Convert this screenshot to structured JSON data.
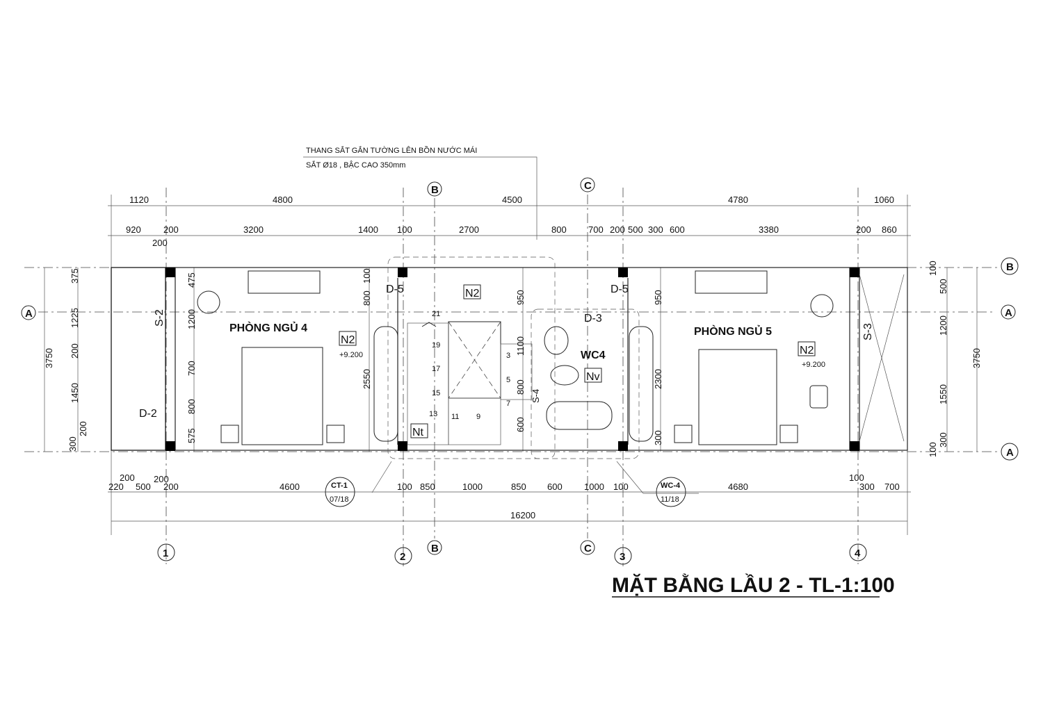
{
  "title": "MẶT BẰNG LẦU 2 - TL-1:100",
  "note": {
    "line1": "THANG SẮT GẮN TƯỜNG LÊN BỒN NƯỚC MÁI",
    "line2": "SẮT Ø18 , BẬC CAO 350mm"
  },
  "grid": {
    "cols": [
      "1",
      "2",
      "3",
      "4"
    ],
    "rows": [
      "A",
      "B"
    ],
    "sections": [
      "A",
      "B",
      "C"
    ]
  },
  "rooms": {
    "bed4": "PHÒNG NGỦ 4",
    "bed5": "PHÒNG NGỦ 5",
    "wc": "WC4"
  },
  "tags": {
    "d5": "D-5",
    "d3": "D-3",
    "d2": "D-2",
    "s2": "S-2",
    "s3": "S-3",
    "s4": "S-4",
    "n2": "N2",
    "nt": "Nt",
    "nv": "Nv",
    "level": "+9.200"
  },
  "callouts": [
    {
      "code": "CT-1",
      "sheet": "07/18"
    },
    {
      "code": "WC-4",
      "sheet": "11/18"
    }
  ],
  "stair_steps": [
    "21",
    "19",
    "17",
    "15",
    "13",
    "11",
    "9",
    "7",
    "5",
    "3"
  ],
  "dims": {
    "top_outer": [
      "1120",
      "4800",
      "4500",
      "4780",
      "1060"
    ],
    "top_inner": [
      "920",
      "200",
      "200",
      "3200",
      "1400",
      "100",
      "2700",
      "800",
      "700",
      "200",
      "500",
      "300",
      "600",
      "3380",
      "200",
      "860"
    ],
    "bottom": [
      "200",
      "200",
      "220",
      "500",
      "200",
      "4600",
      "100",
      "850",
      "1000",
      "850",
      "600",
      "1000",
      "100",
      "4680",
      "100",
      "300",
      "700"
    ],
    "overall": "16200",
    "left_outer": "3750",
    "left": [
      "375",
      "1225",
      "200",
      "1450",
      "200",
      "300"
    ],
    "left_inner": [
      "475",
      "1200",
      "700",
      "800",
      "575"
    ],
    "mid1": [
      "100",
      "800",
      "2550"
    ],
    "mid2": [
      "950",
      "1100",
      "800",
      "600"
    ],
    "mid3": [
      "950",
      "2300",
      "300"
    ],
    "right": [
      "100",
      "500",
      "1200",
      "1550",
      "300",
      "100"
    ],
    "right_outer": "3750"
  }
}
